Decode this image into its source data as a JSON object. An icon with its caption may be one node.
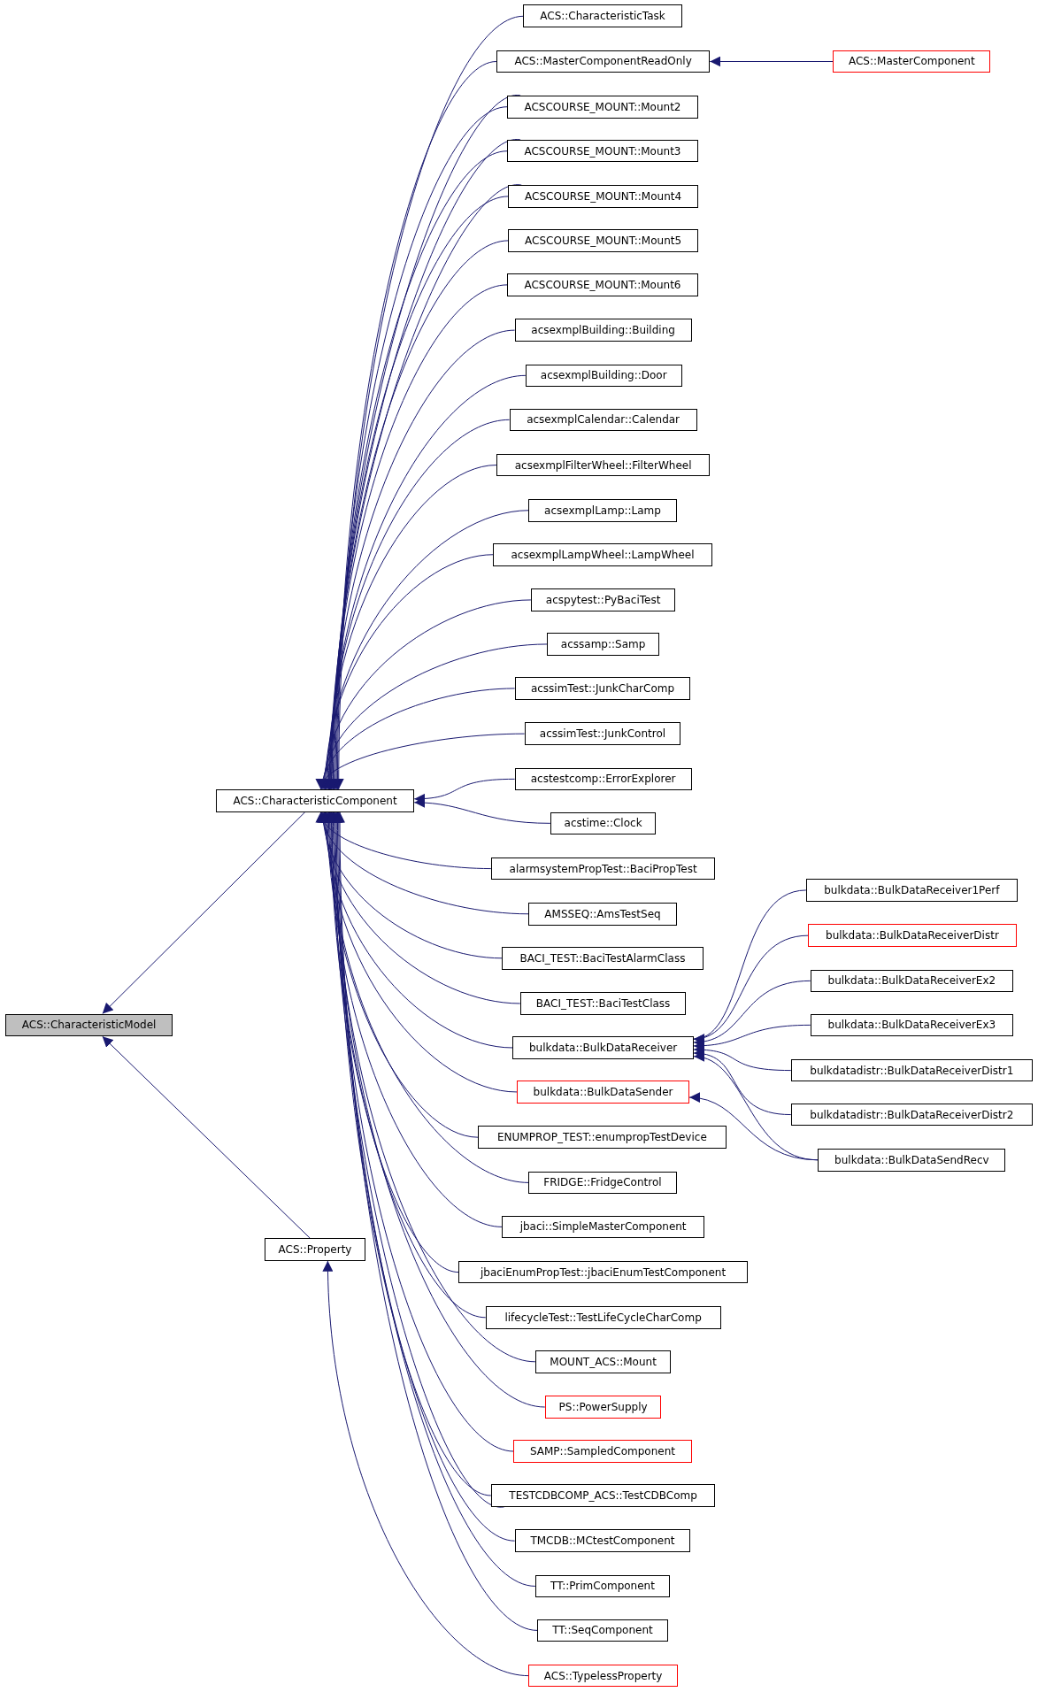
{
  "diagram": {
    "nodes": [
      {
        "text": [
          "ACS::CharacteristicModel"
        ]
      },
      {
        "text": [
          "ACS::CharacteristicComponent"
        ]
      },
      {
        "text": [
          "ACS::Property"
        ]
      },
      {
        "text": [
          "ACS::CharacteristicTask"
        ]
      },
      {
        "text": [
          "ACS::MasterComponentReadOnly"
        ]
      },
      {
        "text": [
          "ACS::MasterComponent"
        ]
      },
      {
        "text": [
          "ACSCOURSE_MOUNT::Mount2"
        ]
      },
      {
        "text": [
          "ACSCOURSE_MOUNT::Mount3"
        ]
      },
      {
        "text": [
          "ACSCOURSE_MOUNT::Mount4"
        ]
      },
      {
        "text": [
          "ACSCOURSE_MOUNT::Mount5"
        ]
      },
      {
        "text": [
          "ACSCOURSE_MOUNT::Mount6"
        ]
      },
      {
        "text": [
          "acsexmplBuilding::Building"
        ]
      },
      {
        "text": [
          "acsexmplBuilding::Door"
        ]
      },
      {
        "text": [
          "acsexmplCalendar::Calendar"
        ]
      },
      {
        "text": [
          "acsexmplFilterWheel::FilterWheel"
        ]
      },
      {
        "text": [
          "acsexmplLamp::Lamp"
        ]
      },
      {
        "text": [
          "acsexmplLampWheel::LampWheel"
        ]
      },
      {
        "text": [
          "acspytest::PyBaciTest"
        ]
      },
      {
        "text": [
          "acssamp::Samp"
        ]
      },
      {
        "text": [
          "acssimTest::JunkCharComp"
        ]
      },
      {
        "text": [
          "acssimTest::JunkControl"
        ]
      },
      {
        "text": [
          "acstestcomp::ErrorExplorer"
        ]
      },
      {
        "text": [
          "acstime::Clock"
        ]
      },
      {
        "text": [
          "alarmsystemPropTest::BaciPropTest"
        ]
      },
      {
        "text": [
          "AMSSEQ::AmsTestSeq"
        ]
      },
      {
        "text": [
          "BACI_TEST::BaciTestAlarmClass"
        ]
      },
      {
        "text": [
          "BACI_TEST::BaciTestClass"
        ]
      },
      {
        "text": [
          "bulkdata::BulkDataReceiver"
        ]
      },
      {
        "text": [
          "bulkdata::BulkDataSender"
        ]
      },
      {
        "text": [
          "ENUMPROP_TEST::enumpropTestDevice"
        ]
      },
      {
        "text": [
          "FRIDGE::FridgeControl"
        ]
      },
      {
        "text": [
          "jbaci::SimpleMasterComponent"
        ]
      },
      {
        "text": [
          "jbaciEnumPropTest::jbaciEnumTestComponent"
        ]
      },
      {
        "text": [
          "lifecycleTest::TestLifeCycleCharComp"
        ]
      },
      {
        "text": [
          "MOUNT_ACS::Mount"
        ]
      },
      {
        "text": [
          "PS::PowerSupply"
        ]
      },
      {
        "text": [
          "SAMP::SampledComponent"
        ]
      },
      {
        "text": [
          "TESTCDBCOMP_ACS::TestCDBComp"
        ]
      },
      {
        "text": [
          "TMCDB::MCtestComponent"
        ]
      },
      {
        "text": [
          "TT::PrimComponent"
        ]
      },
      {
        "text": [
          "TT::SeqComponent"
        ]
      },
      {
        "text": [
          "ACS::TypelessProperty"
        ]
      },
      {
        "text": [
          "bulkdata::BulkDataReceiver1Perf"
        ]
      },
      {
        "text": [
          "bulkdata::BulkDataReceiverDistr"
        ]
      },
      {
        "text": [
          "bulkdata::BulkDataReceiverEx2"
        ]
      },
      {
        "text": [
          "bulkdata::BulkDataReceiverEx3"
        ]
      },
      {
        "text": [
          "bulkdatadistr::BulkDataReceiverDistr1"
        ]
      },
      {
        "text": [
          "bulkdatadistr::BulkDataReceiverDistr2"
        ]
      },
      {
        "text": [
          "bulkdata::BulkDataSendRecv"
        ]
      }
    ],
    "edges": [
      {
        "from": 1,
        "to": 0,
        "arrow": "to"
      },
      {
        "from": 2,
        "to": 0,
        "arrow": "to"
      },
      {
        "from": 3,
        "to": 1,
        "arrow": "to"
      },
      {
        "from": 4,
        "to": 1,
        "arrow": "to"
      },
      {
        "from": 5,
        "to": 4,
        "arrow": "to"
      },
      {
        "from": 6,
        "to": 1,
        "arrow": "to"
      },
      {
        "from": 6,
        "to": 1,
        "arrow": "to"
      },
      {
        "from": 7,
        "to": 1,
        "arrow": "to"
      },
      {
        "from": 7,
        "to": 1,
        "arrow": "to"
      },
      {
        "from": 8,
        "to": 1,
        "arrow": "to"
      },
      {
        "from": 8,
        "to": 1,
        "arrow": "to"
      },
      {
        "from": 9,
        "to": 1,
        "arrow": "to"
      },
      {
        "from": 10,
        "to": 1,
        "arrow": "to"
      },
      {
        "from": 11,
        "to": 1,
        "arrow": "to"
      },
      {
        "from": 12,
        "to": 1,
        "arrow": "to"
      },
      {
        "from": 13,
        "to": 1,
        "arrow": "to"
      },
      {
        "from": 14,
        "to": 1,
        "arrow": "to"
      },
      {
        "from": 15,
        "to": 1,
        "arrow": "to"
      },
      {
        "from": 16,
        "to": 1,
        "arrow": "to"
      },
      {
        "from": 17,
        "to": 1,
        "arrow": "to"
      },
      {
        "from": 18,
        "to": 1,
        "arrow": "to"
      },
      {
        "from": 19,
        "to": 1,
        "arrow": "to"
      },
      {
        "from": 20,
        "to": 1,
        "arrow": "to"
      },
      {
        "from": 21,
        "to": 1,
        "arrow": "to"
      },
      {
        "from": 22,
        "to": 1,
        "arrow": "to"
      },
      {
        "from": 23,
        "to": 1,
        "arrow": "to"
      },
      {
        "from": 24,
        "to": 1,
        "arrow": "to"
      },
      {
        "from": 25,
        "to": 1,
        "arrow": "to"
      },
      {
        "from": 26,
        "to": 1,
        "arrow": "to"
      },
      {
        "from": 27,
        "to": 1,
        "arrow": "to"
      },
      {
        "from": 28,
        "to": 1,
        "arrow": "to"
      },
      {
        "from": 29,
        "to": 1,
        "arrow": "to"
      },
      {
        "from": 30,
        "to": 1,
        "arrow": "to"
      },
      {
        "from": 31,
        "to": 1,
        "arrow": "to"
      },
      {
        "from": 32,
        "to": 1,
        "arrow": "to"
      },
      {
        "from": 33,
        "to": 1,
        "arrow": "to"
      },
      {
        "from": 34,
        "to": 1,
        "arrow": "to"
      },
      {
        "from": 35,
        "to": 1,
        "arrow": "to"
      },
      {
        "from": 36,
        "to": 1,
        "arrow": "to"
      },
      {
        "from": 37,
        "to": 1,
        "arrow": "to"
      },
      {
        "from": 37,
        "to": 1,
        "arrow": "to"
      },
      {
        "from": 38,
        "to": 1,
        "arrow": "to"
      },
      {
        "from": 39,
        "to": 1,
        "arrow": "to"
      },
      {
        "from": 40,
        "to": 1,
        "arrow": "to"
      },
      {
        "from": 41,
        "to": 2,
        "arrow": "to"
      },
      {
        "from": 42,
        "to": 27,
        "arrow": "to"
      },
      {
        "from": 43,
        "to": 27,
        "arrow": "to"
      },
      {
        "from": 44,
        "to": 27,
        "arrow": "to"
      },
      {
        "from": 45,
        "to": 27,
        "arrow": "to"
      },
      {
        "from": 46,
        "to": 27,
        "arrow": "to"
      },
      {
        "from": 47,
        "to": 27,
        "arrow": "to"
      },
      {
        "from": 48,
        "to": 27,
        "arrow": "to"
      },
      {
        "from": 48,
        "to": 28,
        "arrow": "to"
      }
    ]
  }
}
